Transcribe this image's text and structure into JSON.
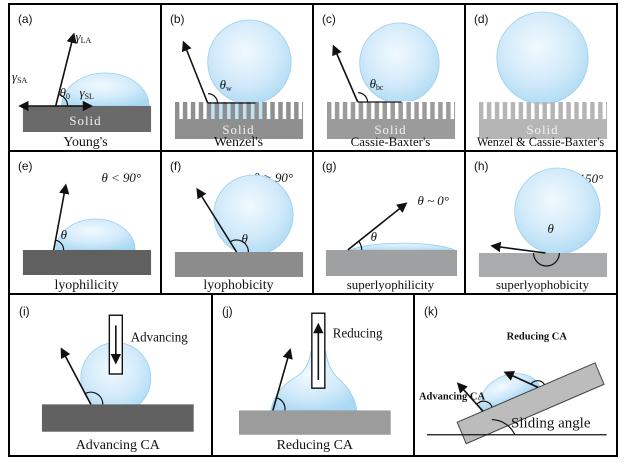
{
  "figure": {
    "background": "#ffffff",
    "border_color": "#000000"
  },
  "colors": {
    "solid_a": "#6a6a6a",
    "solid_b": "#8f8f8f",
    "solid_c": "#9b9b9b",
    "solid_d": "#b5b5b5",
    "solid_e": "#606060",
    "solid_f": "#8c8c8c",
    "solid_g": "#9fa0a2",
    "solid_h": "#a9abad",
    "solid_i": "#616161",
    "solid_j": "#9c9c9c",
    "solid_k": "#bcbcbc",
    "groove_liquid": "#bfe4f7",
    "droplet_edge": "#9ccfec",
    "solid_text": "#f2f2f2",
    "arrow": "#111111"
  },
  "panels": {
    "a": {
      "tag": "(a)",
      "caption": "Young's",
      "solid_label": "Solid",
      "gamma_la": {
        "sym": "γ",
        "sub": "LA"
      },
      "gamma_sa": {
        "sym": "γ",
        "sub": "SA"
      },
      "gamma_sl": {
        "sym": "γ",
        "sub": "SL"
      },
      "theta": {
        "sym": "θ",
        "sub": "0"
      }
    },
    "b": {
      "tag": "(b)",
      "caption": "Wenzel's",
      "solid_label": "Solid",
      "theta": {
        "sym": "θ",
        "sub": "w"
      }
    },
    "c": {
      "tag": "(c)",
      "caption": "Cassie-Baxter's",
      "solid_label": "Solid",
      "theta": {
        "sym": "θ",
        "sub": "bc"
      }
    },
    "d": {
      "tag": "(d)",
      "caption": "Wenzel & Cassie-Baxter's",
      "solid_label": "Solid"
    },
    "e": {
      "tag": "(e)",
      "caption": "lyophilicity",
      "condition": "θ < 90°",
      "theta": "θ"
    },
    "f": {
      "tag": "(f)",
      "caption": "lyophobicity",
      "condition": "θ > 90°",
      "theta": "θ"
    },
    "g": {
      "tag": "(g)",
      "caption": "superlyophilicity",
      "condition": "θ ~ 0°",
      "theta": "θ"
    },
    "h": {
      "tag": "(h)",
      "caption": "superlyophobicity",
      "condition": "θ > 150°",
      "theta": "θ"
    },
    "i": {
      "tag": "(i)",
      "caption": "Advancing CA",
      "needle_label": "Advancing"
    },
    "j": {
      "tag": "(j)",
      "caption": "Reducing CA",
      "needle_label": "Reducing"
    },
    "k": {
      "tag": "(k)",
      "reducing_label": "Reducing CA",
      "advancing_label": "Advancing CA",
      "sliding_label": "Sliding angle"
    }
  }
}
